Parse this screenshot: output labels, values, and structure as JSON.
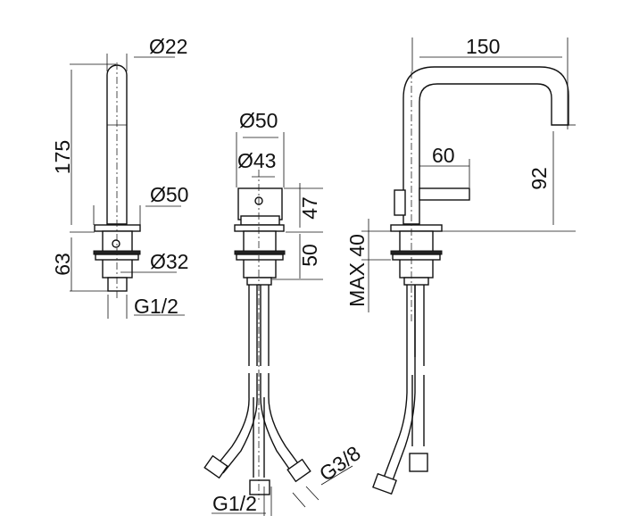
{
  "views": {
    "side": {
      "spout_diameter": "Ø22",
      "height": "175",
      "base_diameter": "Ø50",
      "body_height": "63",
      "body_diameter": "Ø32",
      "thread": "G1/2"
    },
    "mixer": {
      "outer_diameter": "Ø50",
      "inner_diameter": "Ø43",
      "top_height": "47",
      "body_height": "50",
      "thread_center": "G1/2",
      "thread_hose": "G3/8"
    },
    "front": {
      "reach": "150",
      "lever_length": "60",
      "outlet_height": "92",
      "max_deck": "MAX 40"
    }
  }
}
